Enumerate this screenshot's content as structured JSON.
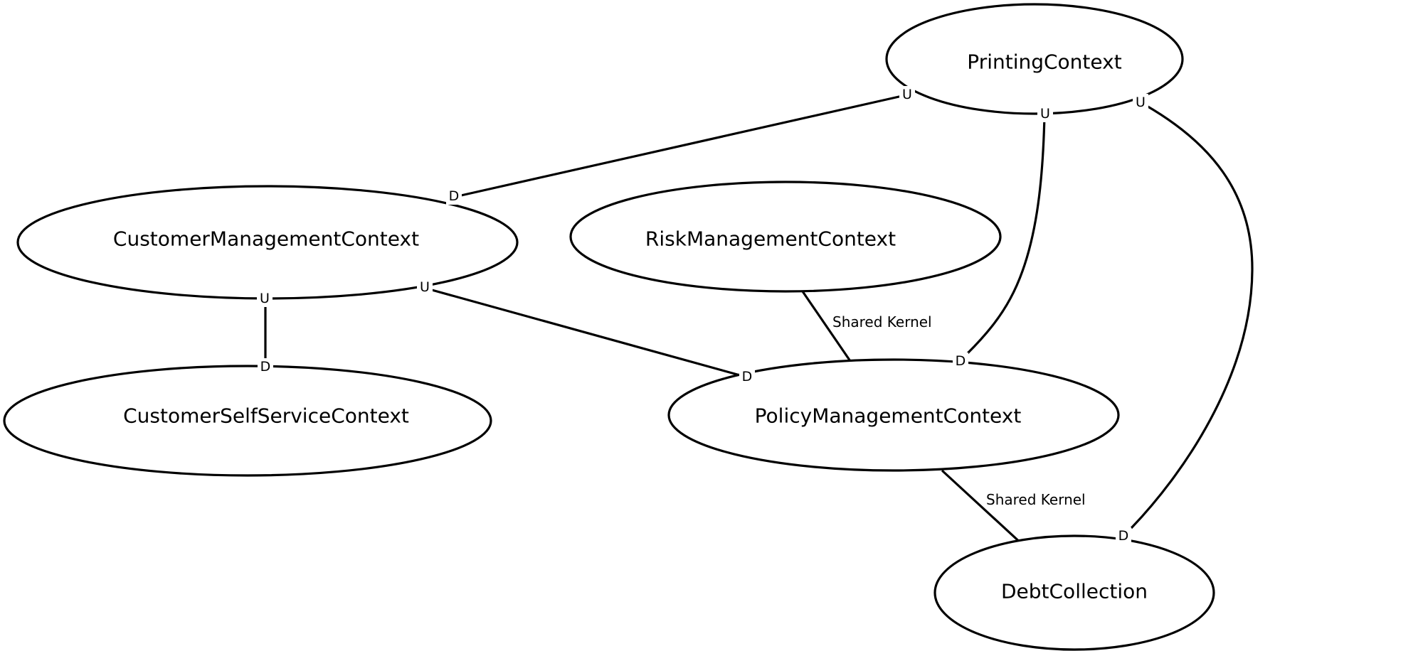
{
  "diagram": {
    "nodes": [
      {
        "id": "printing",
        "label": "PrintingContext"
      },
      {
        "id": "customer_management",
        "label": "CustomerManagementContext"
      },
      {
        "id": "risk_management",
        "label": "RiskManagementContext"
      },
      {
        "id": "customer_self_service",
        "label": "CustomerSelfServiceContext"
      },
      {
        "id": "policy_management",
        "label": "PolicyManagementContext"
      },
      {
        "id": "debt_collection",
        "label": "DebtCollection"
      }
    ],
    "edges": [
      {
        "id": "printing-to-customer-management",
        "from": "printing",
        "to": "customer_management",
        "from_end": "U",
        "to_end": "D",
        "label": ""
      },
      {
        "id": "printing-to-policy-management",
        "from": "printing",
        "to": "policy_management",
        "from_end": "U",
        "to_end": "D",
        "label": ""
      },
      {
        "id": "printing-to-debt-collection",
        "from": "printing",
        "to": "debt_collection",
        "from_end": "U",
        "to_end": "D",
        "label": ""
      },
      {
        "id": "customer-management-to-self-service",
        "from": "customer_management",
        "to": "customer_self_service",
        "from_end": "U",
        "to_end": "D",
        "label": ""
      },
      {
        "id": "customer-management-to-policy-management",
        "from": "customer_management",
        "to": "policy_management",
        "from_end": "U",
        "to_end": "D",
        "label": ""
      },
      {
        "id": "risk-management-to-policy-management",
        "from": "risk_management",
        "to": "policy_management",
        "from_end": "",
        "to_end": "",
        "label": "Shared Kernel"
      },
      {
        "id": "policy-management-to-debt-collection",
        "from": "policy_management",
        "to": "debt_collection",
        "from_end": "",
        "to_end": "",
        "label": "Shared Kernel"
      }
    ]
  }
}
